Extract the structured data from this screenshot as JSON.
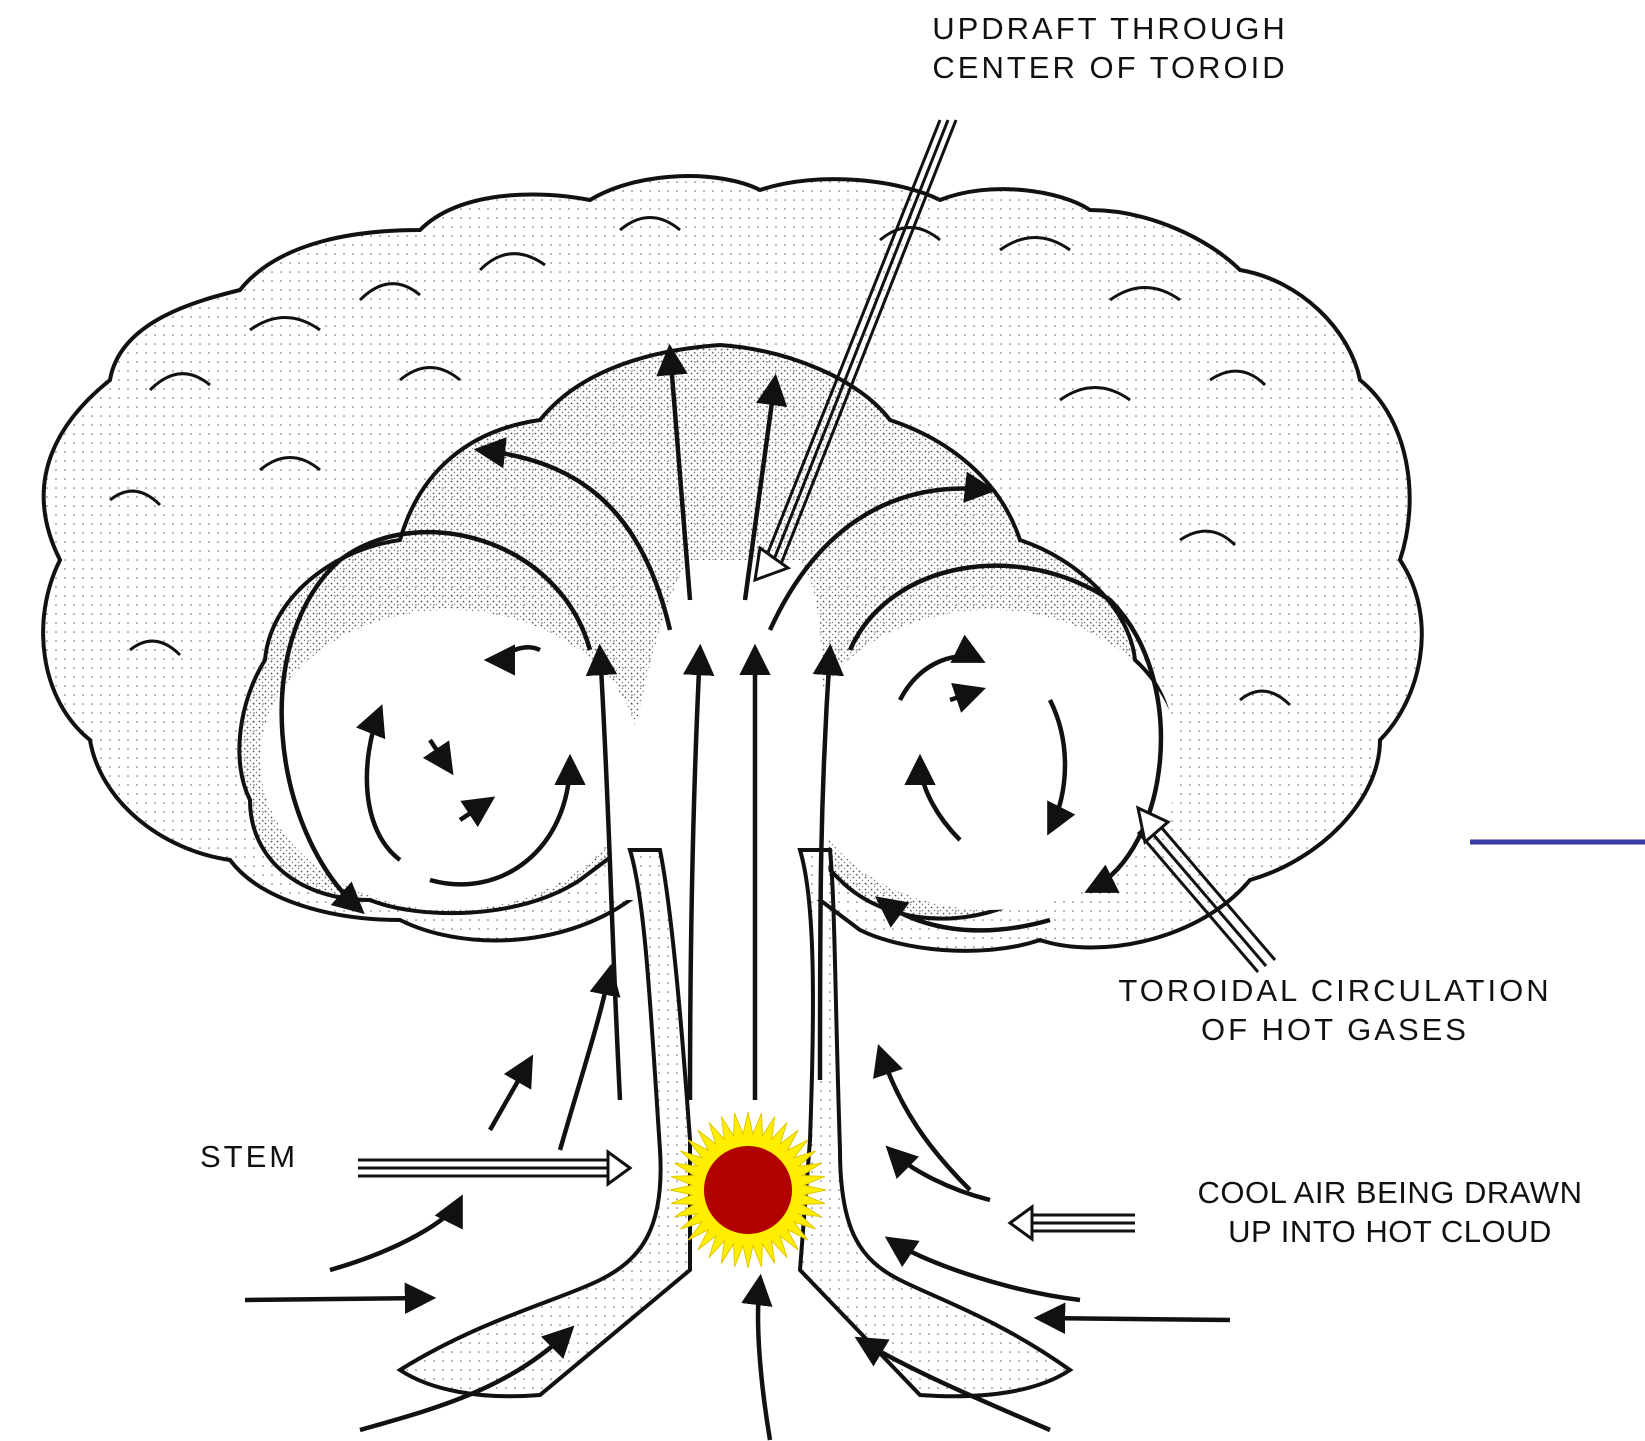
{
  "labels": {
    "updraft": [
      "UPDRAFT THROUGH",
      "CENTER OF TOROID"
    ],
    "toroidal": [
      "TOROIDAL CIRCULATION",
      "OF HOT GASES"
    ],
    "stem": "STEM",
    "cool_air": [
      "COOL AIR  BEING DRAWN",
      "UP INTO HOT CLOUD"
    ]
  },
  "colors": {
    "ink": "#111111",
    "stipple": "#d8d8d8",
    "blast_outer": "#ffee00",
    "blast_inner": "#b00000",
    "rule_line": "#3b3ba8"
  },
  "icons": {
    "burst": "explosion-burst-icon"
  }
}
